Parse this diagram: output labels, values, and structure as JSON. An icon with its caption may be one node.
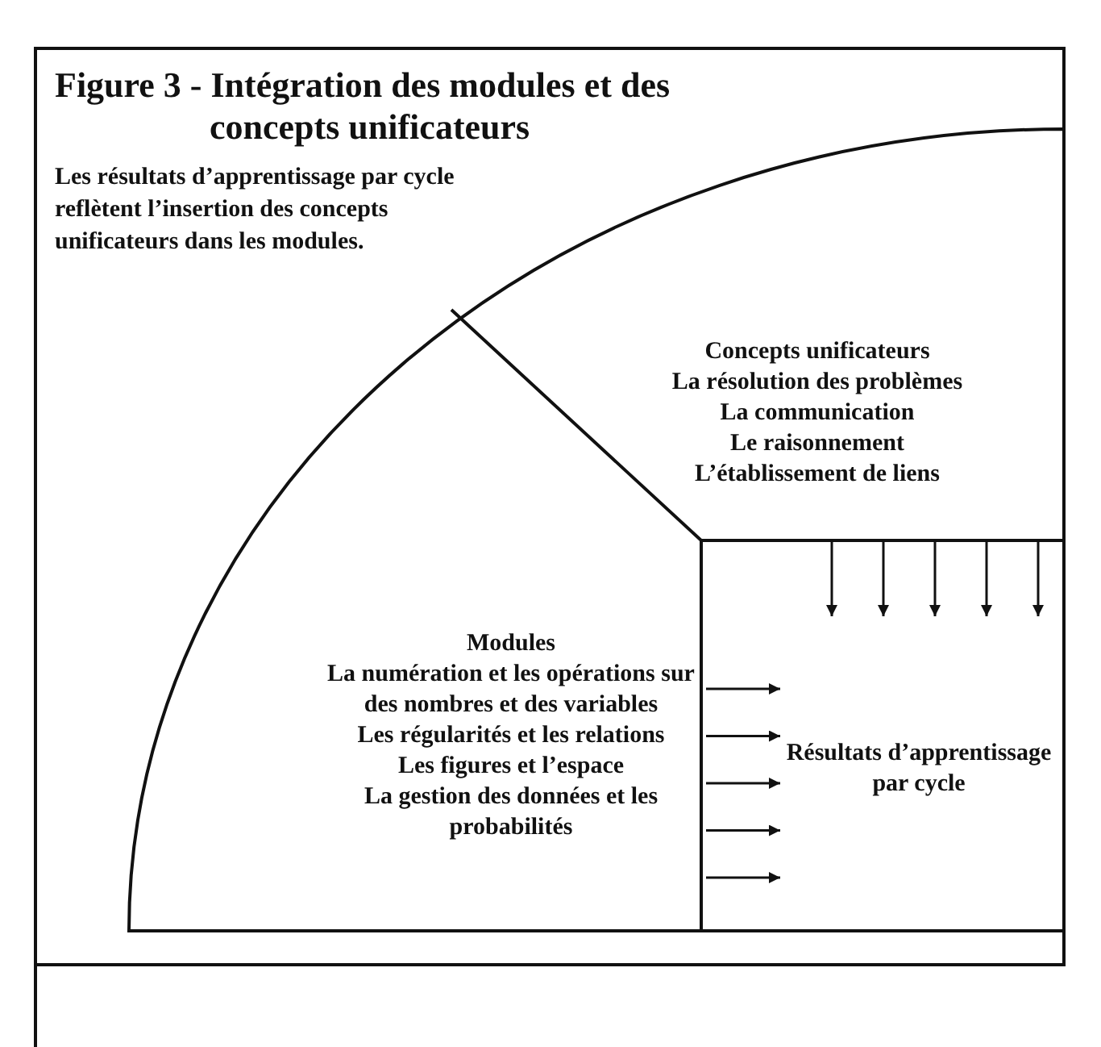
{
  "diagram": {
    "title": "Figure 3 - Intégration des modules et des concepts unificateurs",
    "nodes": [
      {
        "text": [
          "Concepts unificateurs",
          "La résolution des problèmes",
          "La communication",
          "Le raisonnement",
          "L’établissement de liens"
        ]
      },
      {
        "text": [
          "Modules",
          "La numération et les opérations sur des nombres et des variables",
          "Les régularités et les relations",
          "Les figures et l’espace",
          "La gestion des données et les probabilités"
        ]
      },
      {
        "text": [
          "Résultats d’apprentissage par cycle"
        ]
      }
    ],
    "edges": [
      {
        "from": 0,
        "to": 2,
        "arrow": "to"
      },
      {
        "from": 0,
        "to": 2,
        "arrow": "to"
      },
      {
        "from": 0,
        "to": 2,
        "arrow": "to"
      },
      {
        "from": 0,
        "to": 2,
        "arrow": "to"
      },
      {
        "from": 0,
        "to": 2,
        "arrow": "to"
      },
      {
        "from": 1,
        "to": 2,
        "arrow": "to"
      },
      {
        "from": 1,
        "to": 2,
        "arrow": "to"
      },
      {
        "from": 1,
        "to": 2,
        "arrow": "to"
      },
      {
        "from": 1,
        "to": 2,
        "arrow": "to"
      },
      {
        "from": 1,
        "to": 2,
        "arrow": "to"
      }
    ],
    "labels": [
      "Les résultats d’apprentissage par cycle reflètent l’insertion des concepts unificateurs dans les modules."
    ]
  }
}
